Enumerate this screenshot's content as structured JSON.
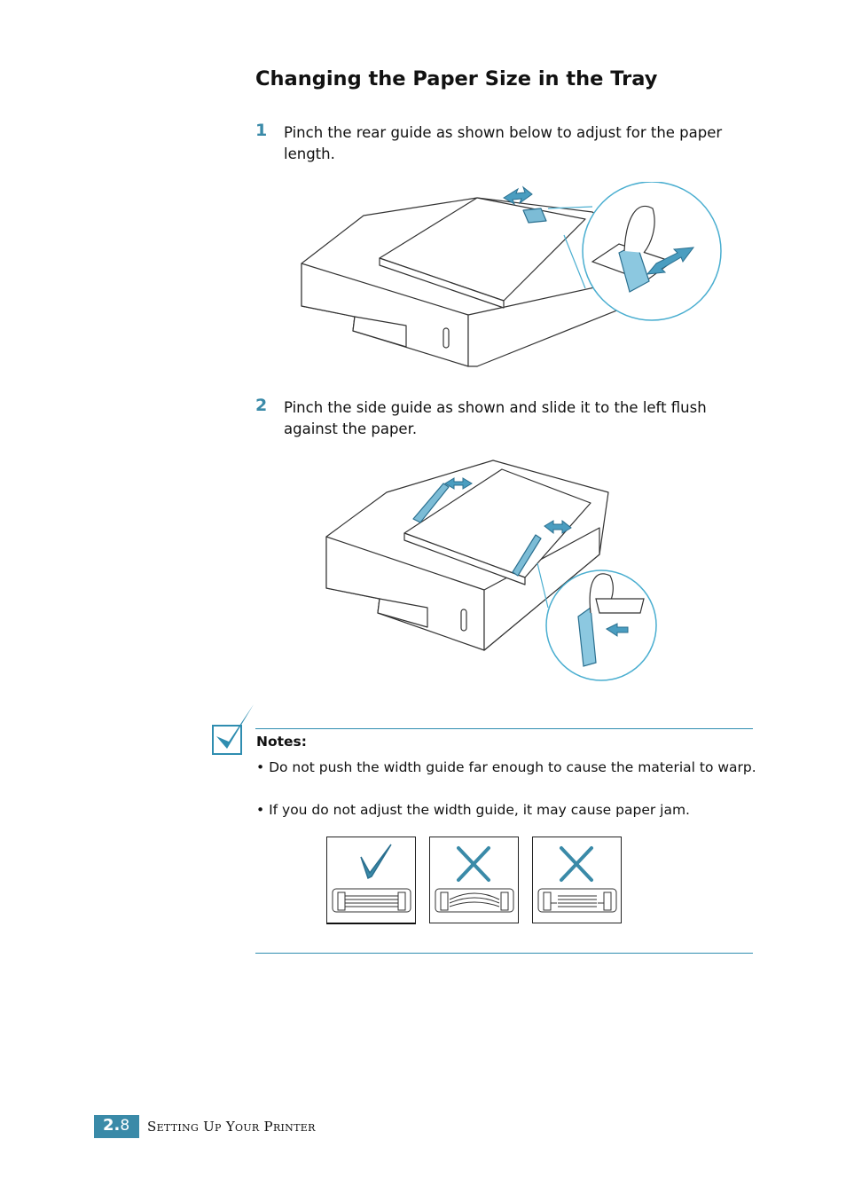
{
  "heading": "Changing the Paper Size in the Tray",
  "steps": [
    {
      "number": "1",
      "text": "Pinch the rear guide as shown below to adjust for the paper length."
    },
    {
      "number": "2",
      "text": "Pinch the side guide as shown and slide it to the left flush against the paper."
    }
  ],
  "notes": {
    "heading": "Notes:",
    "items": [
      "• Do not push the width guide far enough to cause the material to warp.",
      "• If you do not adjust the width guide, it may cause paper jam."
    ]
  },
  "colors": {
    "accent": "#3a8aa8",
    "guide_blue": "#5aa9c9",
    "line": "#333333"
  },
  "footer": {
    "chapter": "2.",
    "page": "8",
    "section": "Setting Up Your Printer"
  }
}
